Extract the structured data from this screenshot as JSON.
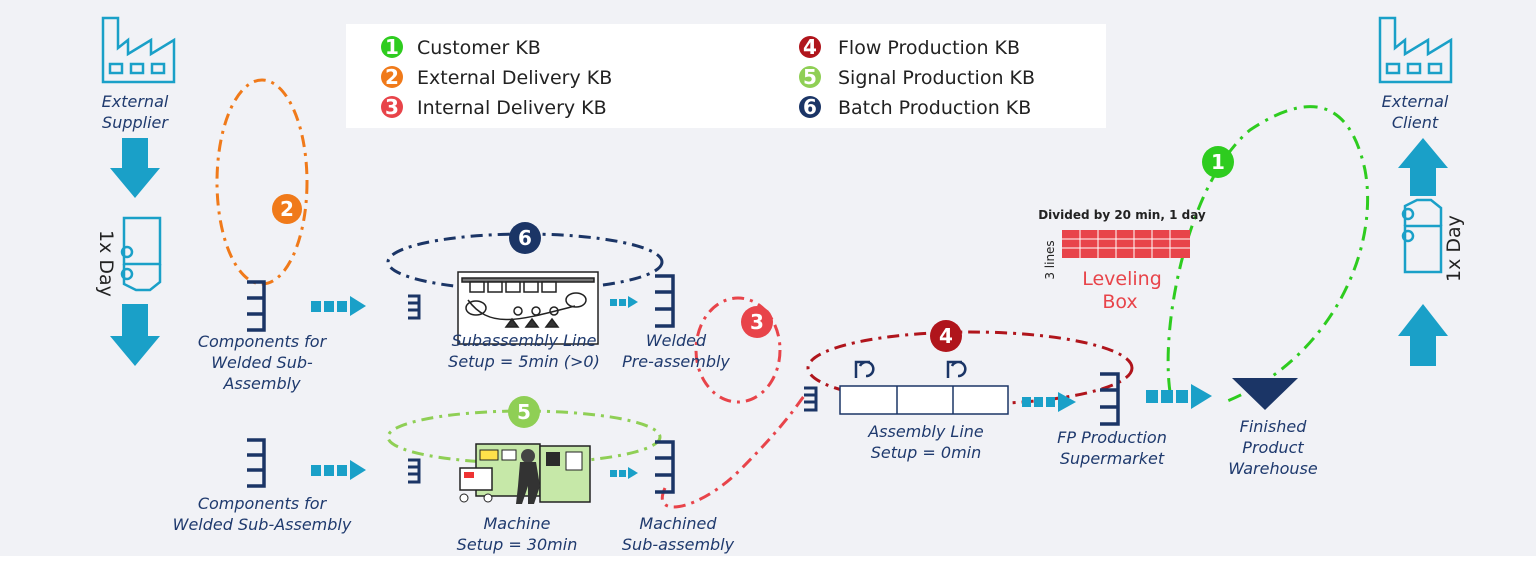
{
  "legend": [
    {
      "num": "1",
      "label": "Customer KB",
      "color": "#2ecc1f"
    },
    {
      "num": "2",
      "label": "External Delivery KB",
      "color": "#f07a1a"
    },
    {
      "num": "3",
      "label": "Internal Delivery KB",
      "color": "#e8444a"
    },
    {
      "num": "4",
      "label": "Flow Production KB",
      "color": "#b0151c"
    },
    {
      "num": "5",
      "label": "Signal Production KB",
      "color": "#8fcf55"
    },
    {
      "num": "6",
      "label": "Batch Production KB",
      "color": "#1b3566"
    }
  ],
  "labels": {
    "supplier_line1": "External",
    "supplier_line2": "Supplier",
    "client_line1": "External",
    "client_line2": "Client",
    "frequency": "1x Day",
    "comp_welded_line1": "Components for",
    "comp_welded_line2": "Welded Sub-",
    "comp_welded_line3": "Assembly",
    "comp_welded2": "Components for",
    "comp_welded2_line2": "Welded Sub-Assembly",
    "subassembly_line1": "Subassembly Line",
    "subassembly_line2": "Setup = 5min (>0)",
    "welded_line1": "Welded",
    "welded_line2": "Pre-assembly",
    "machine_line1": "Machine",
    "machine_line2": "Setup = 30min",
    "machined_line1": "Machined",
    "machined_line2": "Sub-assembly",
    "assembly_line1": "Assembly Line",
    "assembly_line2": "Setup = 0min",
    "fp_line1": "FP Production",
    "fp_line2": "Supermarket",
    "finished_line1": "Finished",
    "finished_line2": "Product",
    "finished_line3": "Warehouse",
    "divided": "Divided by 20 min, 1 day",
    "lines3": "3 lines",
    "leveling1": "Leveling",
    "leveling2": "Box"
  },
  "colors": {
    "teal": "#1aa0c8",
    "navy": "#1b3566",
    "level_red": "#e8444a"
  }
}
